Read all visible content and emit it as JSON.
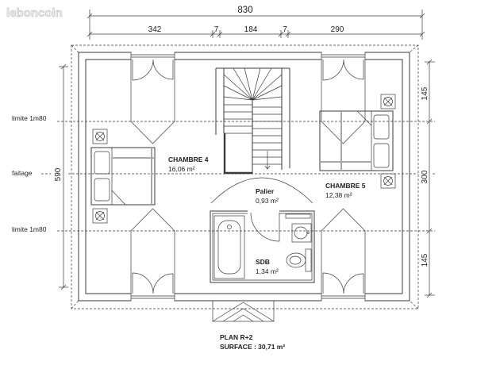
{
  "watermark": "leboncoin",
  "colors": {
    "line": "#3a3a3a",
    "grey": "#a8a8a8"
  },
  "dimensions": {
    "top_total": "830",
    "top_segments": [
      "342",
      "7",
      "184",
      "7",
      "290"
    ],
    "left_total": "590",
    "right_segments": [
      "145",
      "300",
      "145"
    ]
  },
  "level_lines": [
    "limite 1m80",
    "faitage",
    "limite 1m80"
  ],
  "rooms": [
    {
      "name": "CHAMBRE 4",
      "area": "16,06 m²"
    },
    {
      "name": "Palier",
      "area": "0,93 m²"
    },
    {
      "name": "CHAMBRE 5",
      "area": "12,38 m²"
    },
    {
      "name": "SDB",
      "area": "1,34 m²"
    }
  ],
  "plan": {
    "title": "PLAN R+2",
    "surface": "SURFACE : 30,71 m²"
  }
}
